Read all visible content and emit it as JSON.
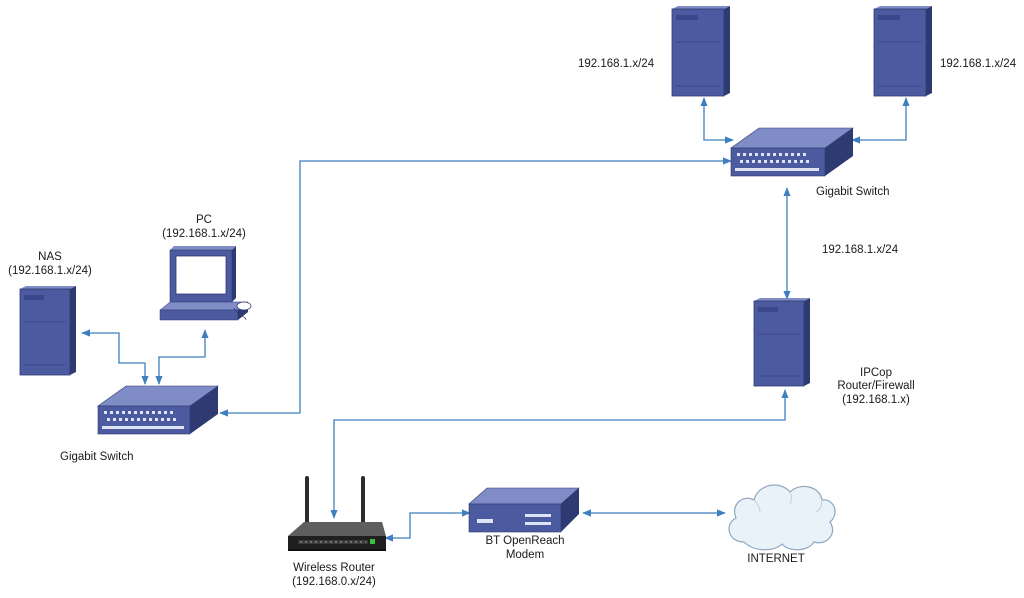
{
  "diagram": {
    "labels": {
      "server_left_ip": "192.168.1.x/24",
      "server_right_ip": "192.168.1.x/24",
      "top_switch": "Gigabit Switch",
      "link_ip": "192.168.1.x/24",
      "ipcop_line1": "IPCop",
      "ipcop_line2": "Router/Firewall",
      "ipcop_line3": "(192.168.1.x)",
      "pc_line1": "PC",
      "pc_line2": "(192.168.1.x/24)",
      "nas_line1": "NAS",
      "nas_line2": "(192.168.1.x/24)",
      "left_switch": "Gigabit Switch",
      "router_line1": "Wireless Router",
      "router_line2": "(192.168.0.x/24)",
      "modem_line1": "BT OpenReach",
      "modem_line2": "Modem",
      "internet": "INTERNET"
    },
    "colors": {
      "connector": "#3f7fc0",
      "device_front": "#4c5aa0",
      "device_side": "#2e3a72",
      "device_top": "#7f8cc6",
      "cloud_fill": "#e9f1f9",
      "cloud_stroke": "#8fa6be"
    },
    "icons": [
      "server-icon",
      "switch-icon",
      "pc-icon",
      "wireless-router-icon",
      "modem-icon",
      "cloud-icon"
    ]
  }
}
